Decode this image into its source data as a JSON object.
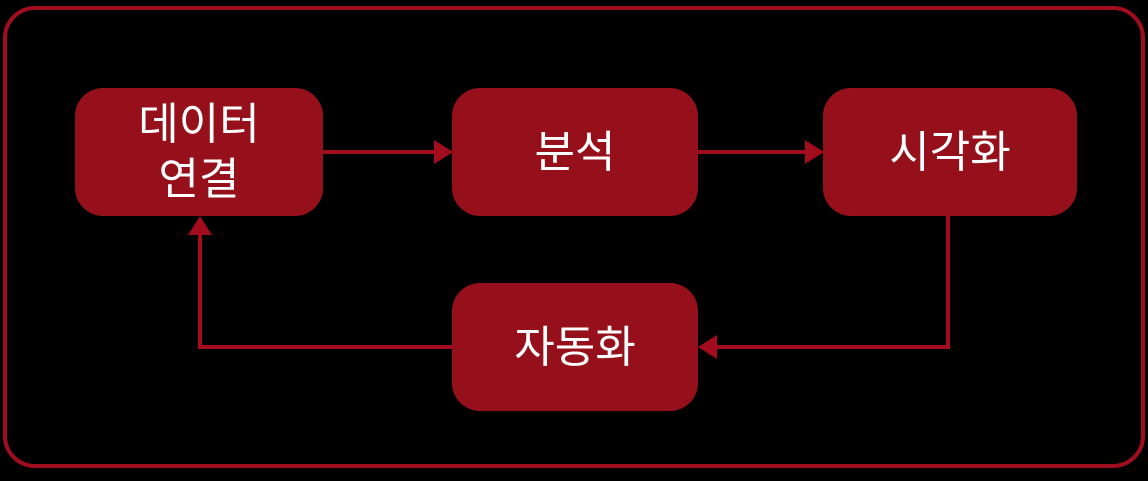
{
  "diagram": {
    "nodes": [
      {
        "id": "data-connection",
        "label": "데이터\n연결"
      },
      {
        "id": "analysis",
        "label": "분석"
      },
      {
        "id": "visualization",
        "label": "시각화"
      },
      {
        "id": "automation",
        "label": "자동화"
      }
    ],
    "edges": [
      {
        "from": "data-connection",
        "to": "analysis"
      },
      {
        "from": "analysis",
        "to": "visualization"
      },
      {
        "from": "visualization",
        "to": "automation"
      },
      {
        "from": "automation",
        "to": "data-connection"
      }
    ],
    "colors": {
      "background": "#000000",
      "node_fill": "#95101A",
      "arrow": "#A30C1C",
      "border": "#A00D1E",
      "text": "#FFFFFF"
    }
  }
}
